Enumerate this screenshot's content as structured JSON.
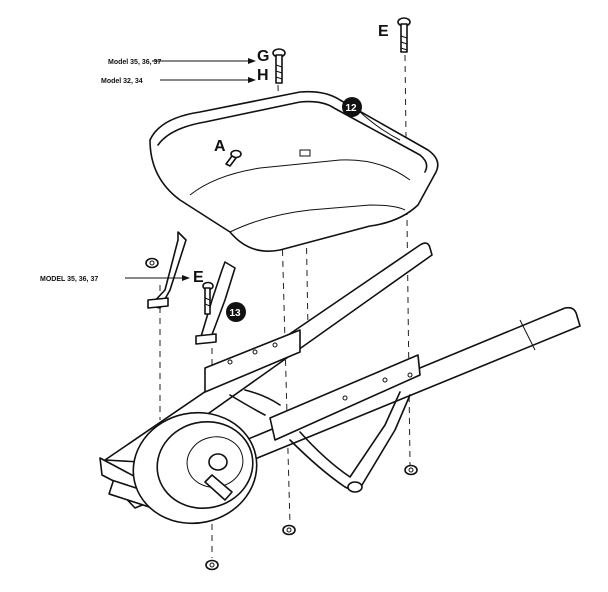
{
  "labels": {
    "model_g": "Model 35, 36, 37",
    "model_h": "Model 32, 34",
    "model_brace": "MODEL 35, 36, 37",
    "g": "G",
    "h": "H",
    "e_top": "E",
    "e_brace": "E",
    "a": "A",
    "part_12": "12",
    "part_13": "13"
  },
  "colors": {
    "ink": "#111111",
    "paper": "#ffffff"
  }
}
